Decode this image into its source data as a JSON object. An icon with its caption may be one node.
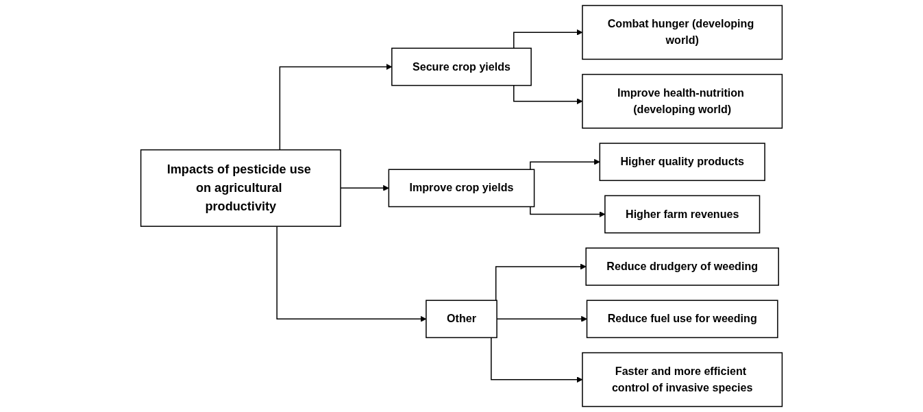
{
  "diagram": {
    "nodes": [
      {
        "text": [
          "Impacts of pesticide use on agricultural productivity"
        ]
      },
      {
        "text": [
          "Secure crop yields"
        ]
      },
      {
        "text": [
          "Improve crop yields"
        ]
      },
      {
        "text": [
          "Other"
        ]
      },
      {
        "text": [
          "Combat hunger (developing world)"
        ]
      },
      {
        "text": [
          "Improve health-nutrition (developing world)"
        ]
      },
      {
        "text": [
          "Higher quality products"
        ]
      },
      {
        "text": [
          "Higher farm revenues"
        ]
      },
      {
        "text": [
          "Reduce drudgery of weeding"
        ]
      },
      {
        "text": [
          "Reduce fuel use for weeding"
        ]
      },
      {
        "text": [
          "Faster and more efficient control of invasive species"
        ]
      }
    ],
    "edges": [
      {
        "from": 0,
        "to": 1,
        "arrow": "to"
      },
      {
        "from": 0,
        "to": 2,
        "arrow": "to"
      },
      {
        "from": 0,
        "to": 3,
        "arrow": "to"
      },
      {
        "from": 1,
        "to": 4,
        "arrow": "to"
      },
      {
        "from": 1,
        "to": 5,
        "arrow": "to"
      },
      {
        "from": 2,
        "to": 6,
        "arrow": "to"
      },
      {
        "from": 2,
        "to": 7,
        "arrow": "to"
      },
      {
        "from": 3,
        "to": 8,
        "arrow": "to"
      },
      {
        "from": 3,
        "to": 9,
        "arrow": "to"
      },
      {
        "from": 3,
        "to": 10,
        "arrow": "to"
      }
    ]
  }
}
